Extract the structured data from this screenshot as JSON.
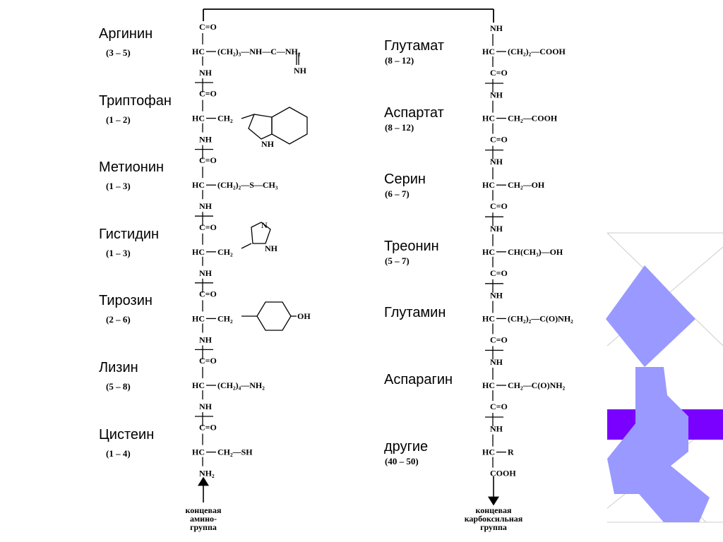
{
  "left_column": [
    {
      "name": "Аргинин",
      "range": "(3 – 5)",
      "side_chain": "(CH₂)₃—NH—C—NH₂",
      "extra": "NH"
    },
    {
      "name": "Триптофан",
      "range": "(1 – 2)",
      "side_chain": "CH₂",
      "extra": "NH"
    },
    {
      "name": "Метионин",
      "range": "(1 – 3)",
      "side_chain": "(CH₂)₂—S—CH₃"
    },
    {
      "name": "Гистидин",
      "range": "(1 – 3)",
      "side_chain": "CH₂",
      "extra_n": "N",
      "extra": "NH"
    },
    {
      "name": "Тирозин",
      "range": "(2 – 6)",
      "side_chain": "CH₂",
      "extra": "OH"
    },
    {
      "name": "Лизин",
      "range": "(5 – 8)",
      "side_chain": "(CH₂)₄—NH₂"
    },
    {
      "name": "Цистеин",
      "range": "(1 – 4)",
      "side_chain": "CH₂—SH"
    }
  ],
  "right_column": [
    {
      "name": "Глутамат",
      "range": "(8 – 12)",
      "side_chain": "(CH₂)₂—COOH"
    },
    {
      "name": "Аспартат",
      "range": "(8 – 12)",
      "side_chain": "CH₂—COOH"
    },
    {
      "name": "Серин",
      "range": "(6 – 7)",
      "side_chain": "CH₂—OH"
    },
    {
      "name": "Треонин",
      "range": "(5 – 7)",
      "side_chain": "CH(CH₃)—OH"
    },
    {
      "name": "Глутамин",
      "range": "",
      "side_chain": "(CH₂)₂—C(O)NH₂"
    },
    {
      "name": "Аспарагин",
      "range": "",
      "side_chain": "CH₂—C(O)NH₂"
    },
    {
      "name": "другие",
      "range": "(40 – 50)",
      "side_chain": "R"
    }
  ],
  "groups": {
    "co": "C=O",
    "hc": "HC",
    "nh": "NH",
    "nh2": "NH₂",
    "cooh": "COOH"
  },
  "footers": {
    "amino": [
      "концевая",
      "амино-",
      "группа"
    ],
    "carboxyl": [
      "концевая",
      "карбоксильная",
      "группа"
    ]
  },
  "colors": {
    "decor_light": "#9999ff",
    "decor_dark": "#7a00ff",
    "decor_lines": "#cccccc"
  }
}
